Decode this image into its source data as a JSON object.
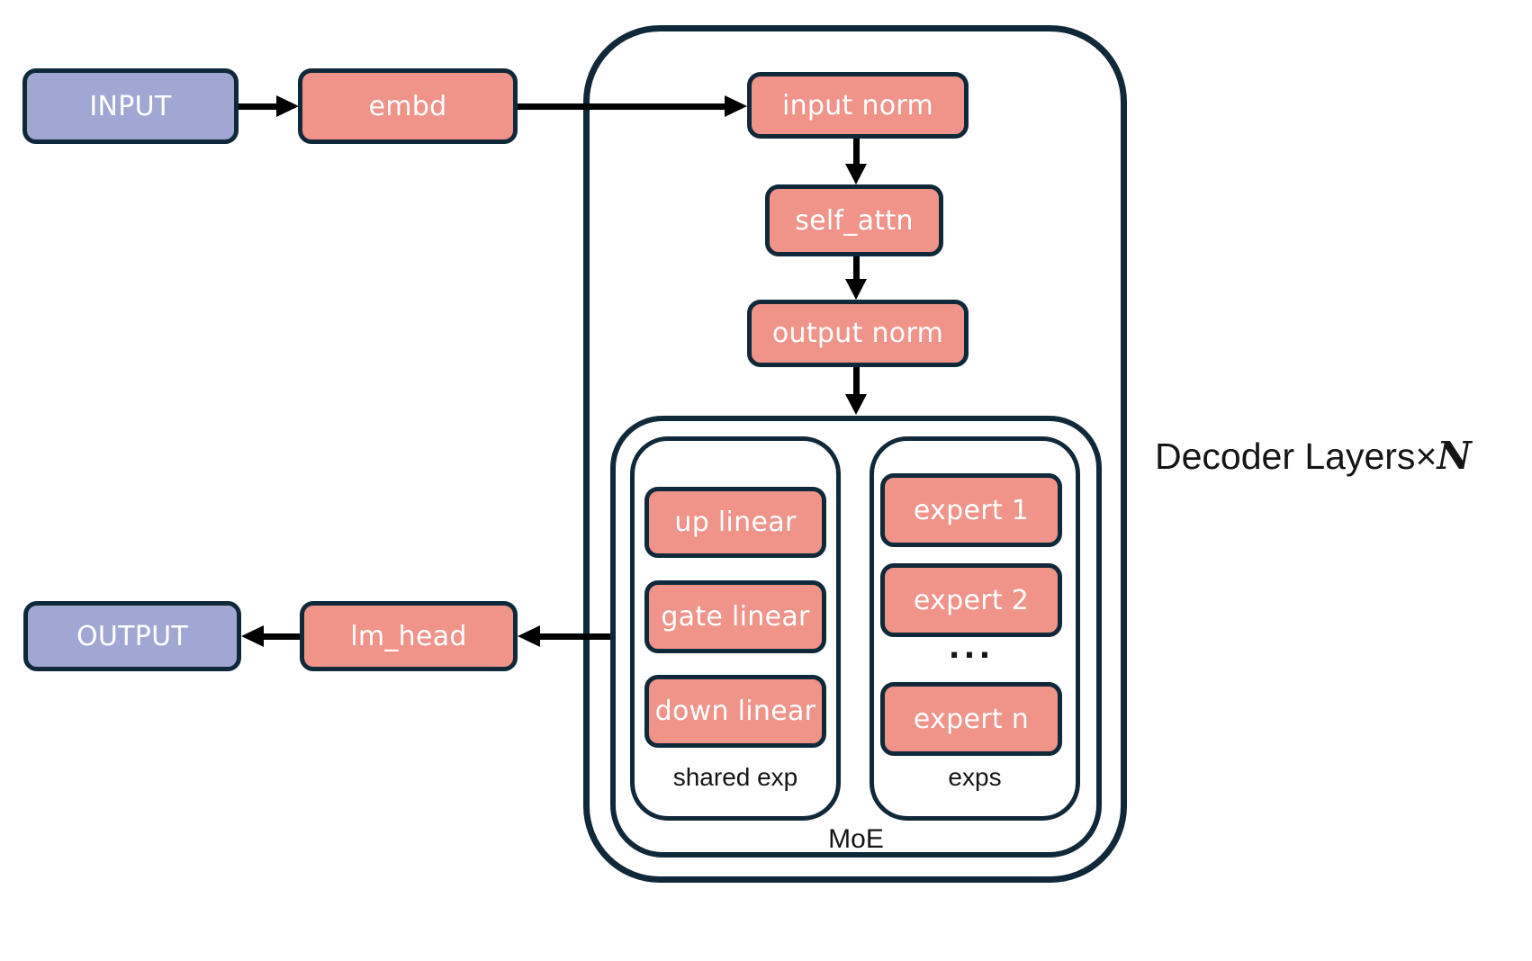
{
  "nodes": {
    "input": {
      "label": "INPUT"
    },
    "embd": {
      "label": "embd"
    },
    "input_norm": {
      "label": "input norm"
    },
    "self_attn": {
      "label": "self_attn"
    },
    "output_norm": {
      "label": "output norm"
    },
    "up_linear": {
      "label": "up linear"
    },
    "gate_linear": {
      "label": "gate linear"
    },
    "down_linear": {
      "label": "down linear"
    },
    "expert_1": {
      "label": "expert 1"
    },
    "expert_2": {
      "label": "expert 2"
    },
    "ellipsis": {
      "label": "..."
    },
    "expert_n": {
      "label": "expert n"
    },
    "lm_head": {
      "label": "lm_head"
    },
    "output": {
      "label": "OUTPUT"
    }
  },
  "groups": {
    "decoder": {
      "text": "Decoder Layers",
      "times": "×",
      "n": "N"
    },
    "moe": {
      "label": "MoE"
    },
    "shared": {
      "label": "shared exp"
    },
    "exps": {
      "label": "exps"
    }
  },
  "colors": {
    "salmon": "#F0948A",
    "purple": "#A0A7D3",
    "navy": "#10293A",
    "arrow": "#000000",
    "label_text": "#151515",
    "box_text": "#FFFFFF",
    "bg": "#FFFFFF"
  }
}
